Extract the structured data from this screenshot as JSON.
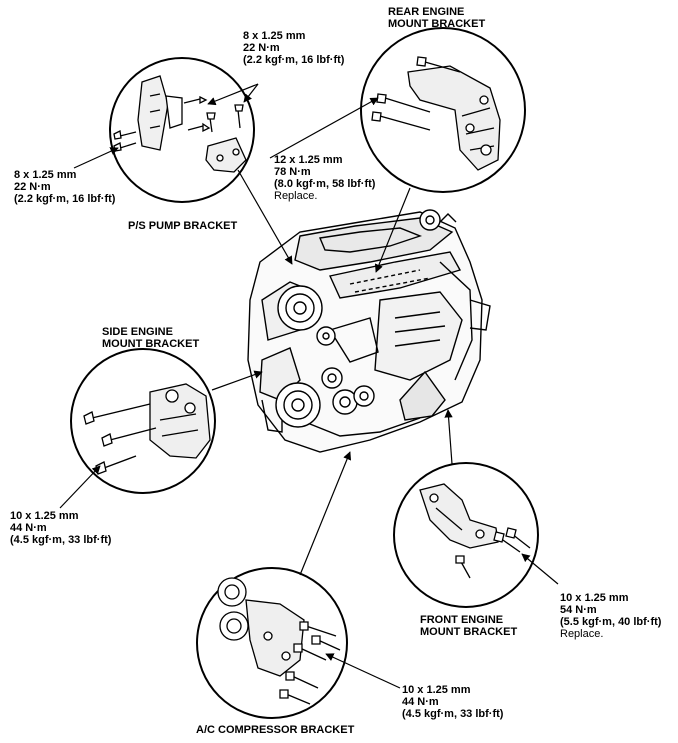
{
  "brackets": {
    "ps_pump": "P/S PUMP BRACKET",
    "rear_mount": [
      "REAR ENGINE",
      "MOUNT BRACKET"
    ],
    "side_mount": [
      "SIDE ENGINE",
      "MOUNT BRACKET"
    ],
    "front_mount": [
      "FRONT ENGINE",
      "MOUNT BRACKET"
    ],
    "ac_compressor": "A/C COMPRESSOR BRACKET"
  },
  "torque_specs": {
    "ps_top": [
      "8 x 1.25 mm",
      "22 N·m",
      "(2.2 kgf·m, 16 lbf·ft)"
    ],
    "ps_left": [
      "8 x 1.25 mm",
      "22 N·m",
      "(2.2 kgf·m, 16 lbf·ft)"
    ],
    "rear": [
      "12 x 1.25 mm",
      "78 N·m",
      "(8.0 kgf·m, 58 lbf·ft)",
      "Replace."
    ],
    "side": [
      "10 x 1.25 mm",
      "44 N·m",
      "(4.5 kgf·m, 33 lbf·ft)"
    ],
    "front": [
      "10 x 1.25 mm",
      "54 N·m",
      "(5.5 kgf·m, 40 lbf·ft)",
      "Replace."
    ],
    "ac": [
      "10 x 1.25 mm",
      "44 N·m",
      "(4.5 kgf·m, 33 lbf·ft)"
    ]
  }
}
